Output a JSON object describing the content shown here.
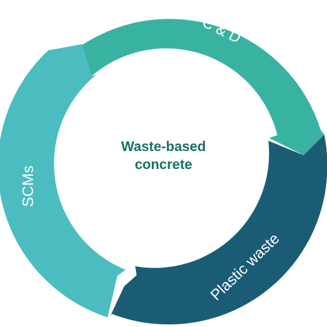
{
  "center": {
    "line1": "Waste-based",
    "line2": "concrete"
  },
  "segments": [
    {
      "id": "cd",
      "label": "C & D",
      "color": "#38b3a2"
    },
    {
      "id": "plastic",
      "label": "Plastic waste",
      "color": "#1a5c74"
    },
    {
      "id": "scms",
      "label": "SCMs",
      "color": "#4bbdc0"
    }
  ],
  "colors": {
    "center_text": "#1a7262",
    "background": "#ffffff"
  }
}
